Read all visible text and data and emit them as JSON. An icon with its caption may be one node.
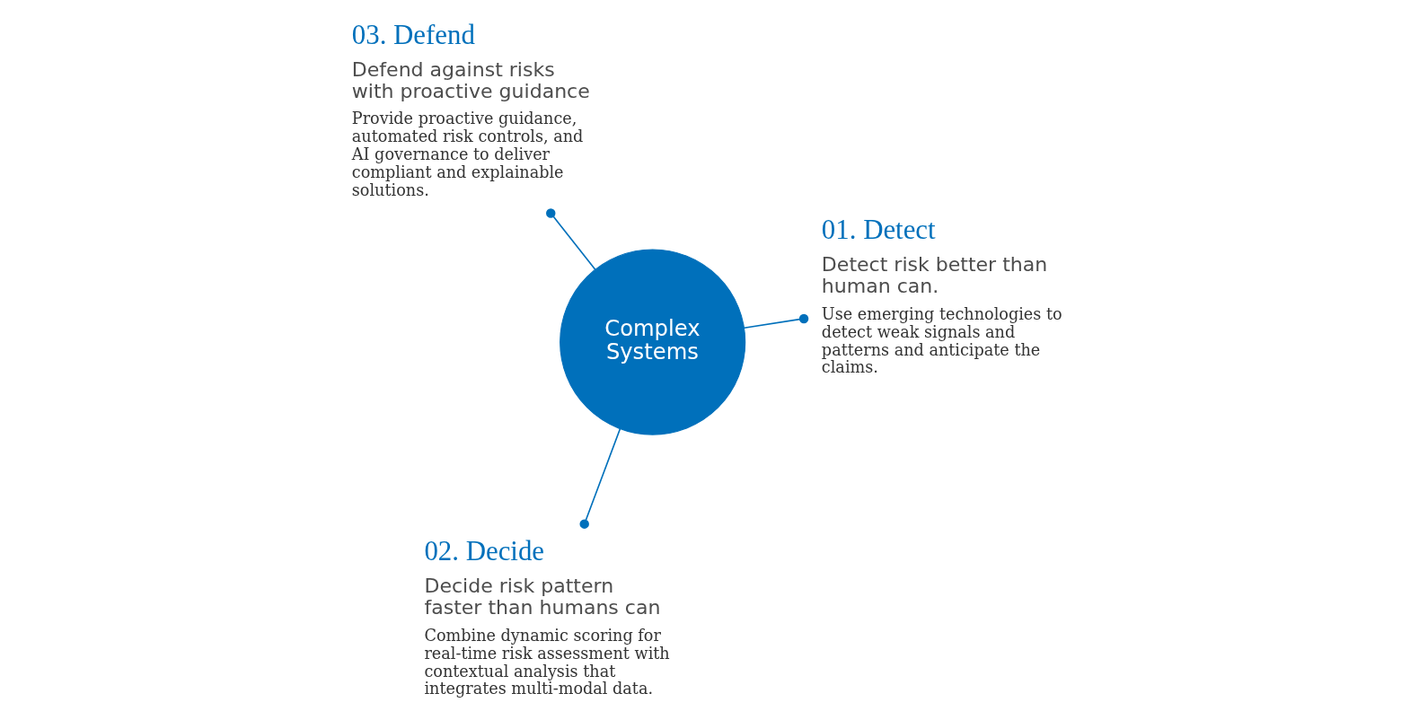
{
  "diagram": {
    "nodes": [
      {
        "text": [
          "Complex Systems"
        ]
      },
      {
        "text": [
          "01. Detect",
          "Detect risk better than human can.",
          "Use emerging technologies to detect weak signals and patterns and anticipate the claims."
        ]
      },
      {
        "text": [
          "02. Decide",
          "Decide risk pattern faster than humans can",
          "Combine dynamic scoring for real-time risk assessment with contextual analysis that integrates multi-modal data."
        ]
      },
      {
        "text": [
          "03. Defend",
          "Defend against risks with proactive guidance",
          "Provide proactive guidance, automated risk controls, and AI governance to deliver compliant and explainable solutions."
        ]
      }
    ],
    "edges": [
      {
        "from": 0,
        "to": 1,
        "arrow": "other"
      },
      {
        "from": 0,
        "to": 2,
        "arrow": "other"
      },
      {
        "from": 0,
        "to": 3,
        "arrow": "other"
      }
    ]
  }
}
